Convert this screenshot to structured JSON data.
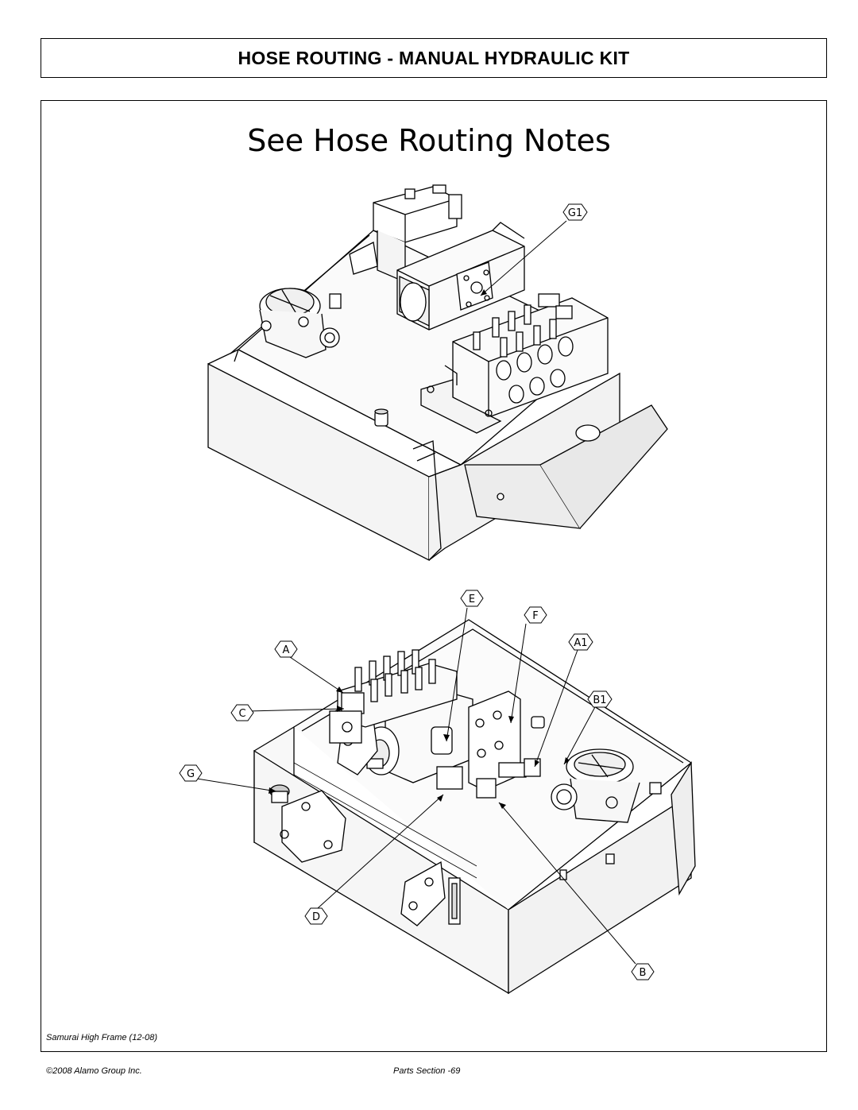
{
  "header": {
    "title": "HOSE ROUTING - MANUAL HYDRAULIC KIT"
  },
  "main": {
    "subtitle": "See Hose Routing Notes"
  },
  "callouts": {
    "g1": "G1",
    "e": "E",
    "f": "F",
    "a": "A",
    "a1": "A1",
    "b1": "B1",
    "c": "C",
    "g": "G",
    "d": "D",
    "b": "B"
  },
  "footer": {
    "model": "Samurai High Frame (12-08)",
    "copyright": "©2008 Alamo Group Inc.",
    "page": "Parts Section -69"
  }
}
